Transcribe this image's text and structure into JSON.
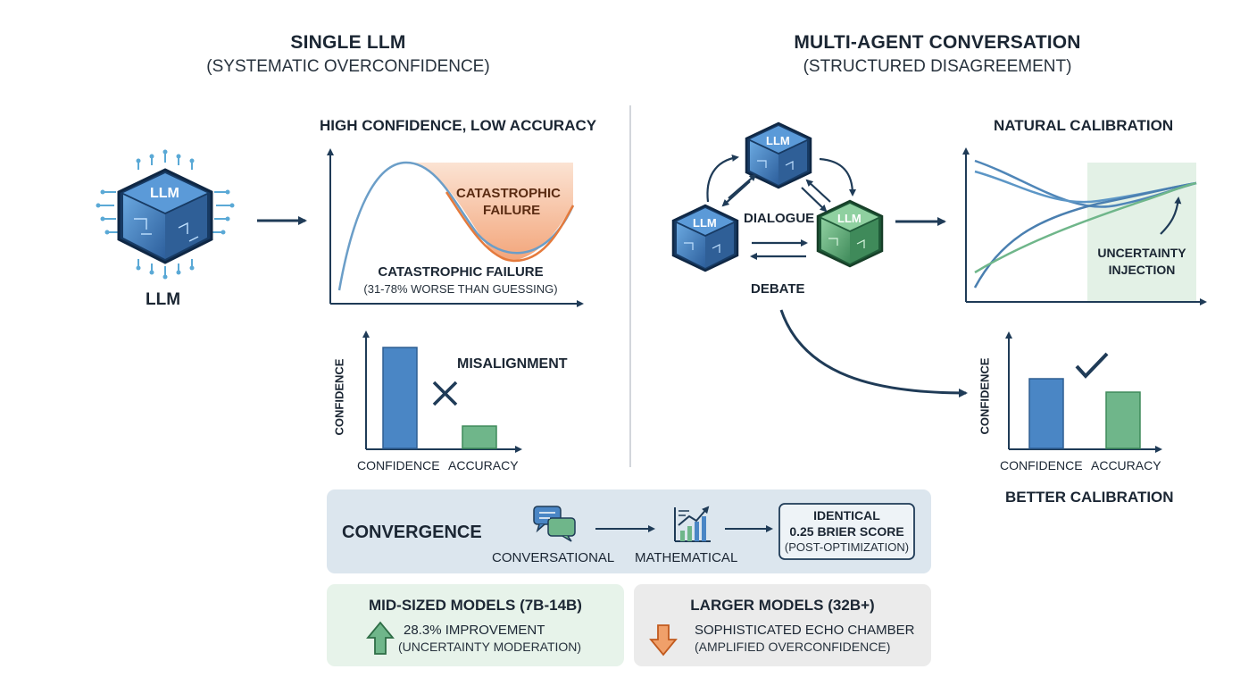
{
  "left": {
    "title": "SINGLE LLM",
    "subtitle": "(SYSTEMATIC OVERCONFIDENCE)",
    "llm_chip_text": "LLM",
    "llm_label": "LLM",
    "curve_title": "HIGH CONFIDENCE, LOW ACCURACY",
    "curve_region_label_1": "CATASTROPHIC",
    "curve_region_label_2": "FAILURE",
    "curve_caption": "CATASTROPHIC FAILURE",
    "curve_caption_sub": "(31-78% WORSE THAN GUESSING)",
    "bar_misalignment": "MISALIGNMENT",
    "bar_ylabel": "CONFIDENCE",
    "bar_x1": "CONFIDENCE",
    "bar_x2": "ACCURACY"
  },
  "right": {
    "title": "MULTI-AGENT CONVERSATION",
    "subtitle": "(STRUCTURED DISAGREEMENT)",
    "agent_text": "LLM",
    "dialogue": "DIALOGUE",
    "debate": "DEBATE",
    "curve_title": "NATURAL CALIBRATION",
    "uncertainty_1": "UNCERTAINTY",
    "uncertainty_2": "INJECTION",
    "bar_ylabel": "CONFIDENCE",
    "bar_x1": "CONFIDENCE",
    "bar_x2": "ACCURACY",
    "bar_caption": "BETTER CALIBRATION"
  },
  "convergence": {
    "label": "CONVERGENCE",
    "step1": "CONVERSATIONAL",
    "step2": "MATHEMATICAL",
    "box_line1": "IDENTICAL",
    "box_line2": "0.25 BRIER SCORE",
    "box_line3": "(POST-OPTIMIZATION)"
  },
  "mid_models": {
    "title": "MID-SIZED MODELS (7B-14B)",
    "line1": "28.3% IMPROVEMENT",
    "line2": "(UNCERTAINTY MODERATION)"
  },
  "large_models": {
    "title": "LARGER MODELS (32B+)",
    "line1": "SOPHISTICATED ECHO CHAMBER",
    "line2": "(AMPLIFIED OVERCONFIDENCE)"
  },
  "colors": {
    "blue": "#4a86c5",
    "green": "#6fb68a",
    "orange": "#e57a3c",
    "navy": "#1f3b57",
    "panel_blue": "#dce6ee",
    "panel_green": "#e7f3ea",
    "panel_gray": "#ebebeb"
  },
  "icons": [
    "circuit-chip-icon",
    "arrow-right-icon",
    "chat-bubbles-icon",
    "growth-chart-icon",
    "check-icon",
    "cross-icon",
    "arrow-up-icon",
    "arrow-down-icon"
  ],
  "bars": {
    "left": {
      "confidence": 0.9,
      "accuracy": 0.2
    },
    "right": {
      "confidence": 0.62,
      "accuracy": 0.5
    }
  }
}
